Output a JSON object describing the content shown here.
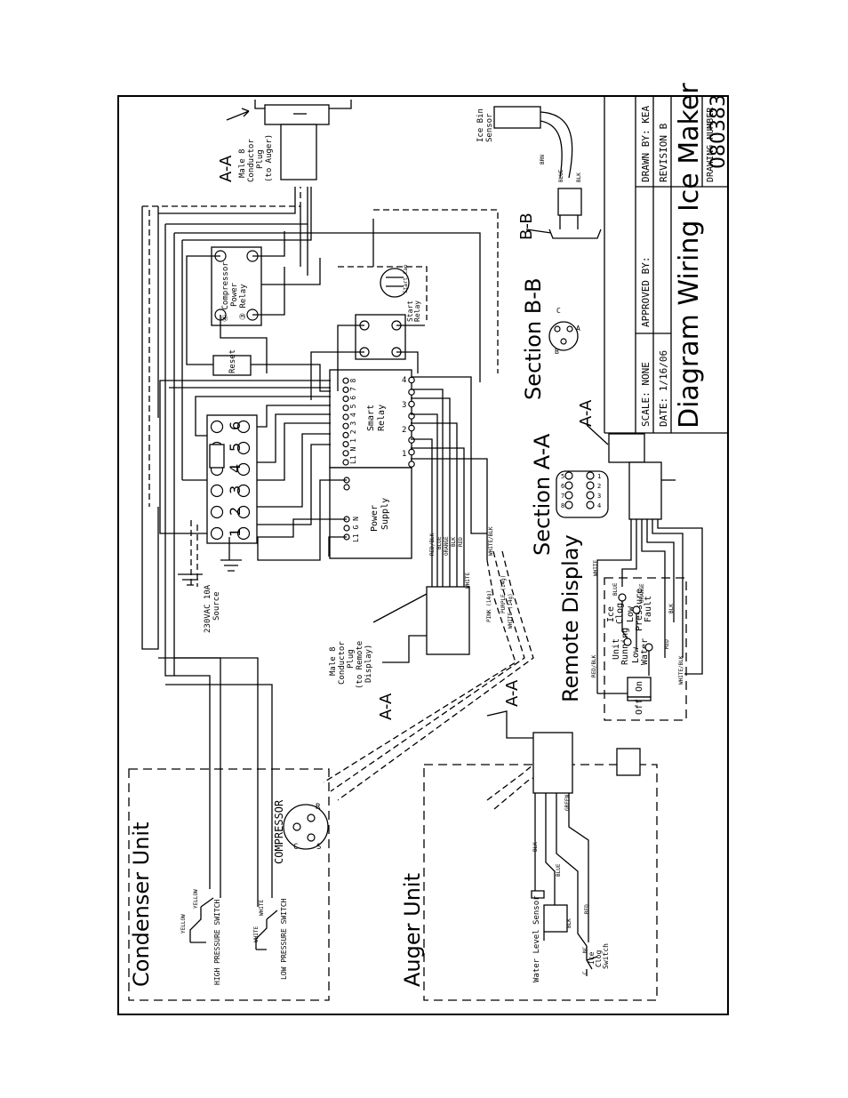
{
  "title_block": {
    "title": "Diagram Wiring Ice Maker",
    "scale": "SCALE: NONE",
    "date": "DATE: 1/16/06",
    "approved_by": "APPROVED BY:",
    "drawn_by": "DRAWN BY: KEA",
    "revision": "REVISION  B",
    "drawing_number_label": "DRAWING NUMBER",
    "drawing_number": "080383"
  },
  "sections": {
    "condenser_unit": "Condenser Unit",
    "auger_unit": "Auger Unit",
    "remote_display": "Remote Display",
    "section_aa": "Section  A-A",
    "section_bb": "Section  B-B",
    "aa": "A-A",
    "bb": "B-B"
  },
  "components": {
    "compressor_power_relay": [
      "④ Compressor",
      "Power",
      "③ Relay"
    ],
    "start_relay": [
      "Start",
      "Relay"
    ],
    "start_cap": "Start Cap",
    "reset": "Reset",
    "smart_relay": [
      "Smart",
      "Relay"
    ],
    "smart_relay_pins_left": "L1 N 1 2 3 4 5 6 7 8",
    "smart_relay_pins_right": [
      "1",
      "2",
      "3",
      "4"
    ],
    "power_supply": [
      "Power",
      "Supply"
    ],
    "power_supply_pins": "L1 G N",
    "terminal_numbers": [
      "1",
      "2",
      "3",
      "4",
      "5",
      "6"
    ],
    "source": [
      "230VAC 10A",
      "Source"
    ],
    "plug_auger": [
      "Male 8",
      "Conductor",
      "Plug",
      "(to Auger)"
    ],
    "plug_remote": [
      "Male 8",
      "Conductor",
      "Plug",
      "(to Remote",
      "Display)"
    ],
    "ice_bin_sensor": [
      "Ice Bin",
      "Sensor"
    ],
    "compressor": "COMPRESSOR",
    "high_pressure_switch": "HIGH PRESSURE SWITCH",
    "low_pressure_switch": "LOW PRESSURE SWITCH",
    "water_level_sensor": "Water Level Sensor",
    "ice_clog_switch": [
      "Ice",
      "Clog",
      "Switch"
    ],
    "display_items": [
      "Unit",
      "Running",
      "Ice",
      "Clog",
      "Low",
      "Water",
      "Low",
      "Pressure",
      "Fault",
      "On",
      "Off"
    ]
  },
  "wire_labels": {
    "yellow": "YELLOW",
    "white": "WHITE",
    "red_blk": "RED/BLK",
    "blue": "BLUE",
    "orange": "ORANGE",
    "blk": "BLK",
    "red": "RED",
    "white_blk": "WHITE/BLK",
    "pink": "PINK (14g)",
    "purple": "PURPLE (14g)",
    "white_14": "WHITE (14g)",
    "brn": "BRN",
    "green": "GREEN",
    "nc": "NC",
    "c": "C"
  },
  "compressor_pins": [
    "C",
    "R",
    "S"
  ],
  "section_bb_pins": [
    "A",
    "B",
    "C"
  ],
  "section_aa_pins": [
    "1",
    "2",
    "3",
    "4",
    "5",
    "6",
    "7",
    "8"
  ]
}
